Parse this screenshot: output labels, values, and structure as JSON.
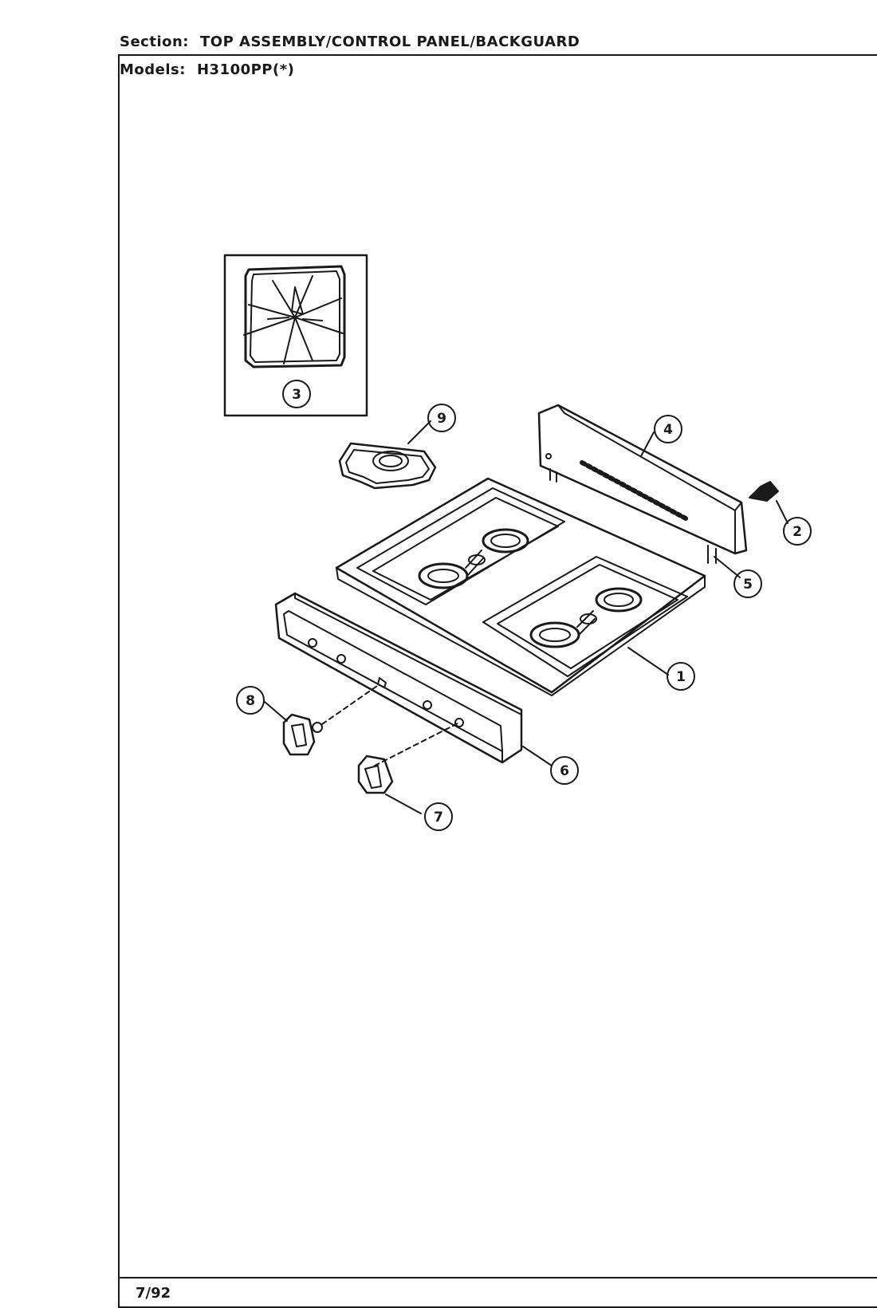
{
  "header": {
    "section_label": "Section:",
    "section_value": "TOP ASSEMBLY/CONTROL PANEL/BACKGUARD",
    "models_label": "Models:",
    "models_value": "H3100PP(*)"
  },
  "footer": {
    "date": "7/92"
  },
  "callouts": {
    "c1": "1",
    "c2": "2",
    "c3": "3",
    "c4": "4",
    "c5": "5",
    "c6": "6",
    "c7": "7",
    "c8": "8",
    "c9": "9"
  }
}
